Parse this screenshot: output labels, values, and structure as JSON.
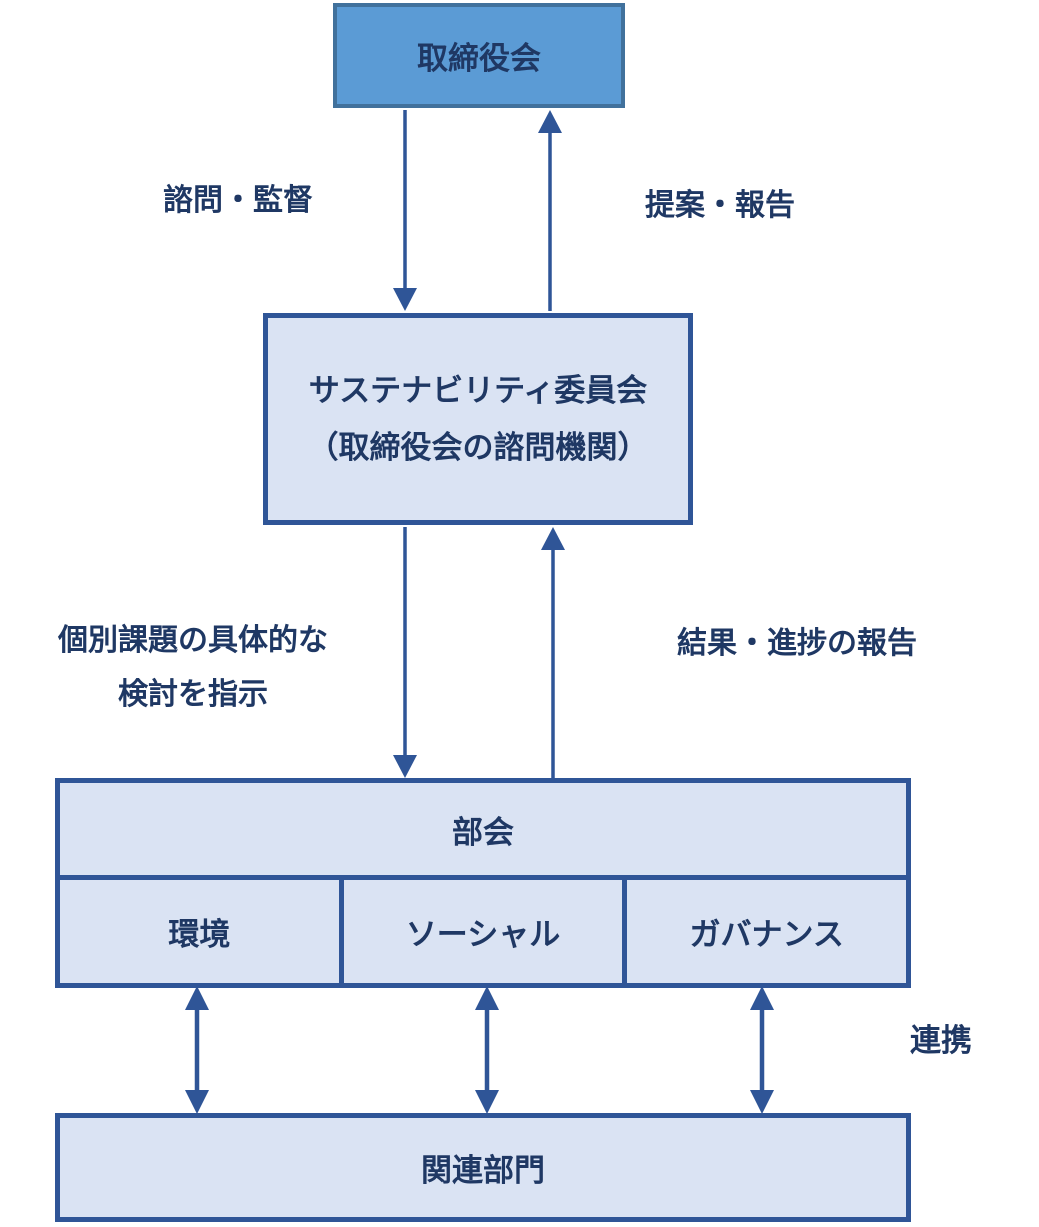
{
  "diagram": {
    "background": "#FFFFFF",
    "colors": {
      "board_fill": "#5B9BD5",
      "board_border": "#41719C",
      "light_box_fill": "#DAE3F3",
      "light_box_border": "#2F5597",
      "arrow": "#2F5597",
      "text": "#1F3864"
    },
    "nodes": {
      "board": "取締役会",
      "committee_line1": "サステナビリティ委員会",
      "committee_line2": "（取締役会の諮問機関）",
      "subcommittee": "部会",
      "subcommittee_cells": [
        "環境",
        "ソーシャル",
        "ガバナンス"
      ],
      "related": "関連部門"
    },
    "edge_labels": {
      "advisory": "諮問・監督",
      "proposal": "提案・報告",
      "instruct_line1": "個別課題の具体的な",
      "instruct_line2": "検討を指示",
      "report": "結果・進捗の報告",
      "cooperation": "連携"
    }
  }
}
